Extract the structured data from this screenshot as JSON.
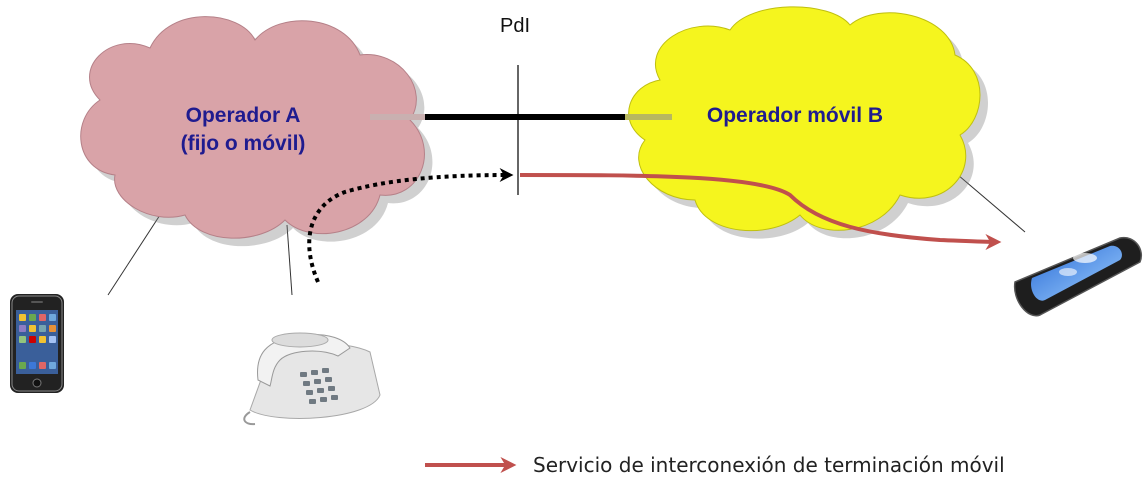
{
  "diagram": {
    "poi_label": "PdI",
    "operator_a": {
      "line1": "Operador A",
      "line2": "(fijo o móvil)",
      "fill": "#d9a3a8"
    },
    "operator_b": {
      "line1": "Operador móvil B",
      "fill": "#f5f51e"
    },
    "legend": {
      "label": "Servicio de interconexión de terminación móvil",
      "color": "#c0504d"
    },
    "icons": [
      "smartphone-icon",
      "desk-phone-icon",
      "mobile-phone-icon"
    ]
  }
}
